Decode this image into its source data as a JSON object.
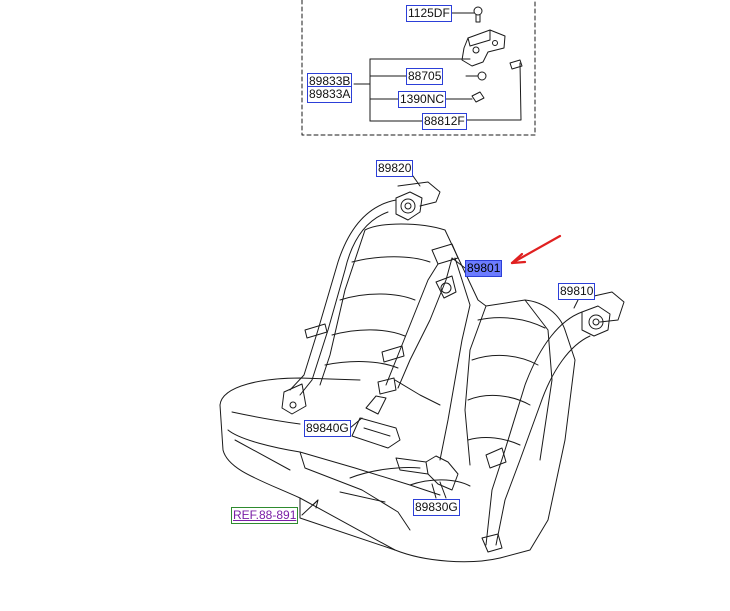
{
  "colors": {
    "label_border": "#2c3fd8",
    "highlight_fill": "#6c7cff",
    "reference_border": "#2e8b2e",
    "reference_text": "#7a1fa6",
    "arrow": "#e02020",
    "line_art": "#1a1a1a"
  },
  "labels": {
    "p1125df": "1125DF",
    "p89833b": "89833B",
    "p89833a": "89833A",
    "p88705": "88705",
    "p1390nc": "1390NC",
    "p88812f": "88812F",
    "p89820": "89820",
    "p89801": "89801",
    "p89810": "89810",
    "p89840g": "89840G",
    "p89830g": "89830G",
    "ref": "REF.88-891"
  },
  "highlighted_part": "89801"
}
